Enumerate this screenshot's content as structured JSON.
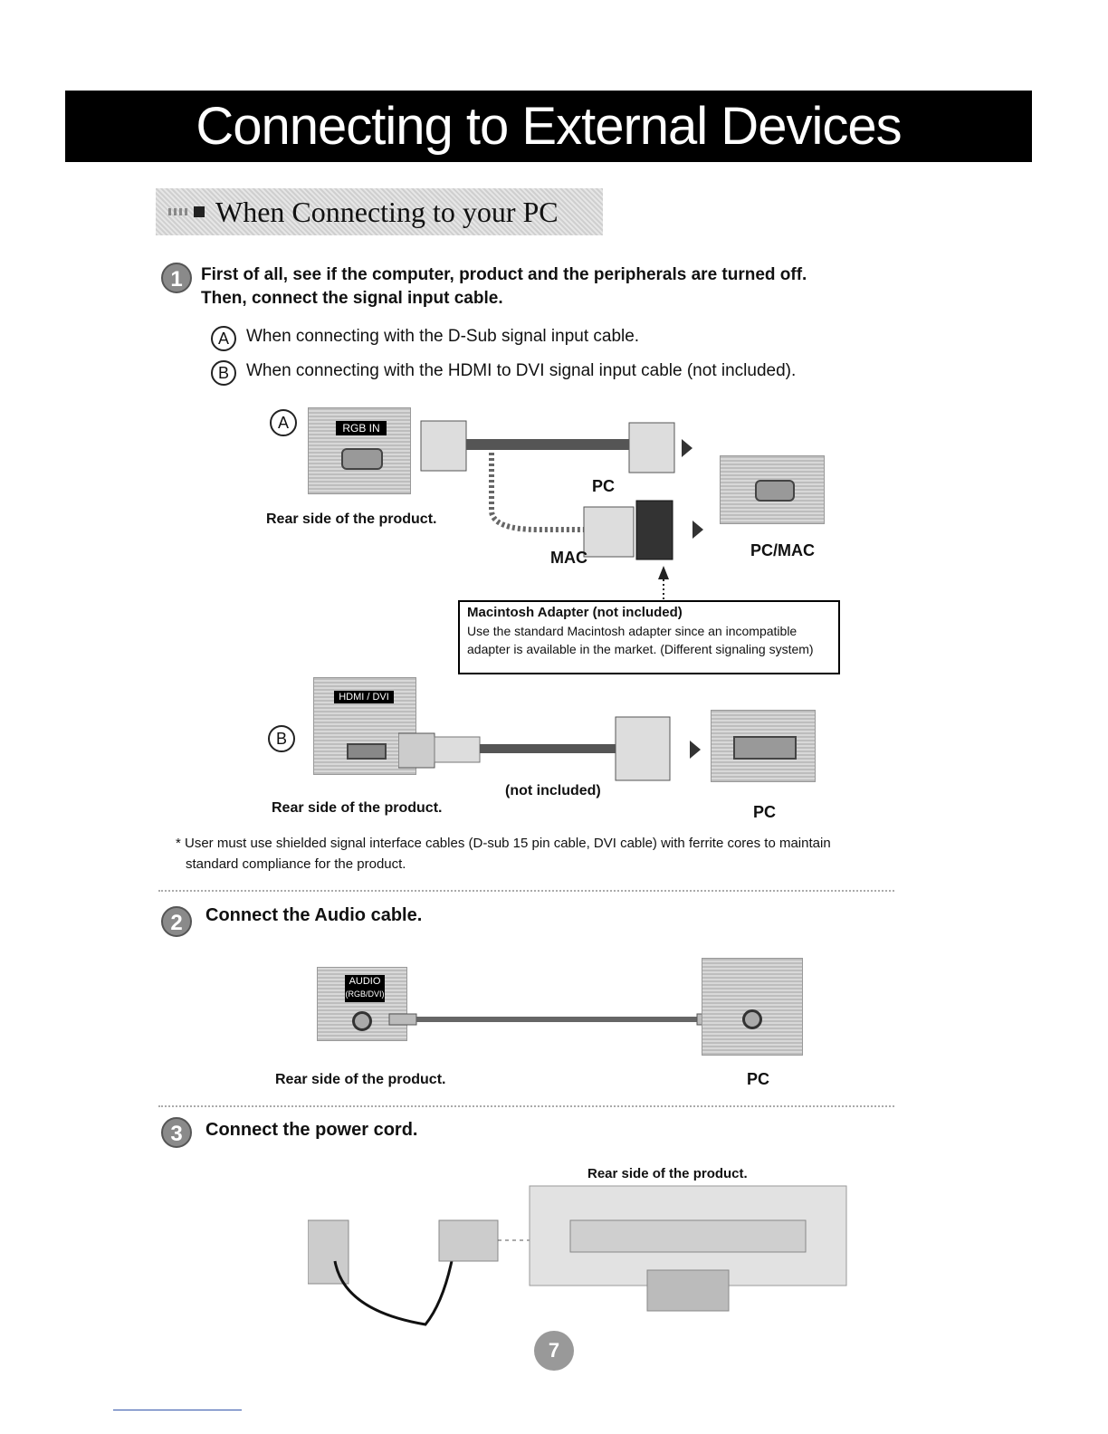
{
  "title": "Connecting to External Devices",
  "section": "When Connecting to your PC",
  "step1": {
    "num": "1",
    "line1": "First of all, see if the computer, product and the peripherals are turned off.",
    "line2": "Then, connect the signal input cable.",
    "a_letter": "A",
    "a_text": "When connecting with the D-Sub signal input cable.",
    "b_letter": "B",
    "b_text": "When connecting with the HDMI to DVI signal input cable (not included)."
  },
  "diagramA": {
    "letter": "A",
    "port_label": "RGB IN",
    "rear_caption": "Rear side of the product.",
    "pc_label": "PC",
    "mac_label": "MAC",
    "pcmac_label": "PC/MAC",
    "adapter_title": "Macintosh Adapter (not included)",
    "adapter_line1": "Use the standard Macintosh adapter since an incompatible",
    "adapter_line2": "adapter is available in the market. (Different signaling system)"
  },
  "diagramB": {
    "letter": "B",
    "port_label": "HDMI / DVI",
    "not_included": "(not included)",
    "rear_caption": "Rear side of the product.",
    "pc_label": "PC"
  },
  "note": {
    "line1": "* User must use shielded signal interface cables (D-sub 15 pin cable, DVI cable) with ferrite cores to maintain",
    "line2": "standard compliance for the product."
  },
  "step2": {
    "num": "2",
    "text": "Connect the Audio cable.",
    "port_label1": "AUDIO",
    "port_label2": "(RGB/DVI)",
    "rear_caption": "Rear side of the product.",
    "pc_label": "PC"
  },
  "step3": {
    "num": "3",
    "text": "Connect the power cord.",
    "rear_caption": "Rear side of the product."
  },
  "page_number": "7"
}
